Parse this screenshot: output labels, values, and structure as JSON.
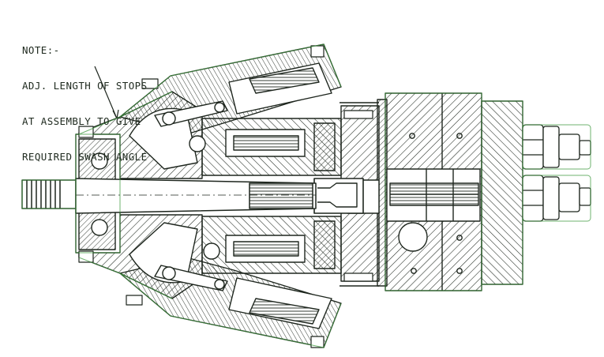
{
  "note": {
    "heading": "NOTE:-",
    "lines": [
      "ADJ. LENGTH OF STOPS",
      "AT ASSEMBLY TO GIVE",
      "REQUIRED SWASH ANGLE"
    ]
  },
  "colors": {
    "line": "#1e261e",
    "accent": "#3f9a3f",
    "paper": "#ffffff"
  }
}
